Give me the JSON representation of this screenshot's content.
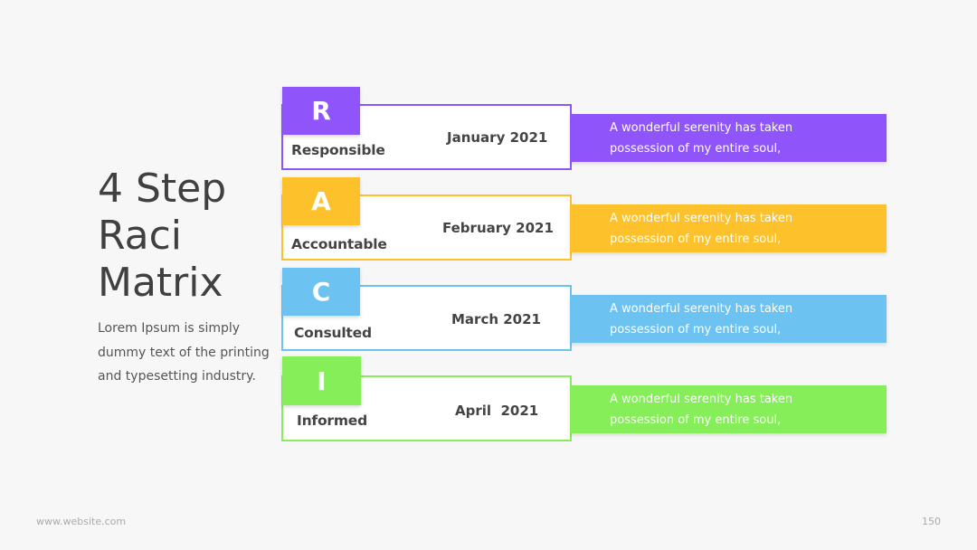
{
  "title": {
    "line1": "4 Step",
    "line2": "Raci",
    "line3": "Matrix"
  },
  "description": "Lorem Ipsum is simply dummy text of the printing and typesetting industry.",
  "footer": {
    "url": "www.website.com",
    "page": "150"
  },
  "steps": [
    {
      "letter": "R",
      "role": "Responsible",
      "date": "January 2021",
      "note_line1": "A wonderful serenity has taken",
      "note_line2": "possession of my entire soul,",
      "color": "#8f55fb"
    },
    {
      "letter": "A",
      "role": "Accountable",
      "date": "February 2021",
      "note_line1": "A wonderful serenity has taken",
      "note_line2": "possession of my entire soul,",
      "color": "#fdc22b"
    },
    {
      "letter": "C",
      "role": "Consulted",
      "date": "March 2021",
      "note_line1": "A wonderful serenity has taken",
      "note_line2": "possession of my entire soul,",
      "color": "#6cc3f1"
    },
    {
      "letter": "I",
      "role": "Informed",
      "date": "April  2021",
      "note_line1": "A wonderful serenity has taken",
      "note_line2": "possession of my entire soul,",
      "color": "#85ee59"
    }
  ]
}
